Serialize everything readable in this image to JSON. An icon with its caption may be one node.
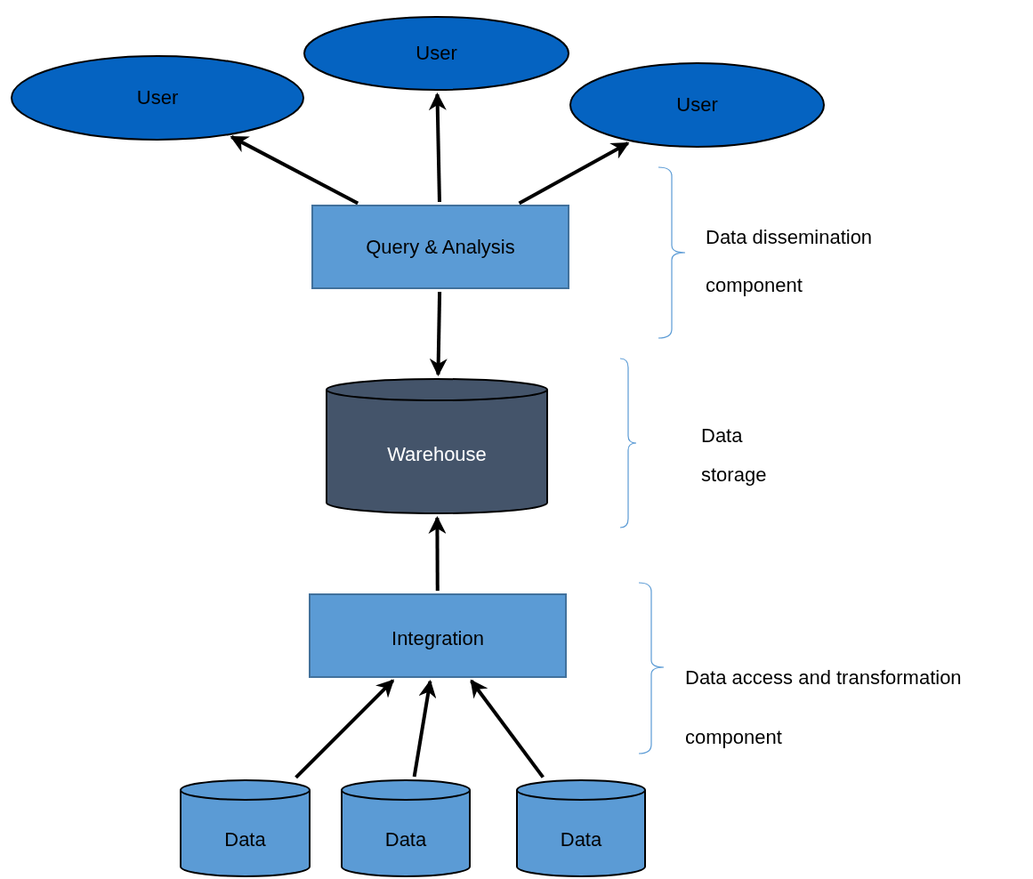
{
  "diagram": {
    "nodes": [
      {
        "text": [
          "User"
        ]
      },
      {
        "text": [
          "User"
        ]
      },
      {
        "text": [
          "User"
        ]
      },
      {
        "text": [
          "Query & Analysis"
        ]
      },
      {
        "text": [
          "Warehouse"
        ]
      },
      {
        "text": [
          "Integration"
        ]
      },
      {
        "text": [
          "Data"
        ]
      },
      {
        "text": [
          "Data"
        ]
      },
      {
        "text": [
          "Data"
        ]
      }
    ],
    "edges": [
      {
        "from": 3,
        "to": 0,
        "arrow": "to"
      },
      {
        "from": 3,
        "to": 1,
        "arrow": "to"
      },
      {
        "from": 3,
        "to": 2,
        "arrow": "to"
      },
      {
        "from": 3,
        "to": 4,
        "arrow": "to"
      },
      {
        "from": 5,
        "to": 4,
        "arrow": "to"
      },
      {
        "from": 6,
        "to": 5,
        "arrow": "to"
      },
      {
        "from": 7,
        "to": 5,
        "arrow": "to"
      },
      {
        "from": 8,
        "to": 5,
        "arrow": "to"
      }
    ],
    "labels": [
      "Data dissemination component",
      "Data storage",
      "Data access and transformation component"
    ]
  }
}
